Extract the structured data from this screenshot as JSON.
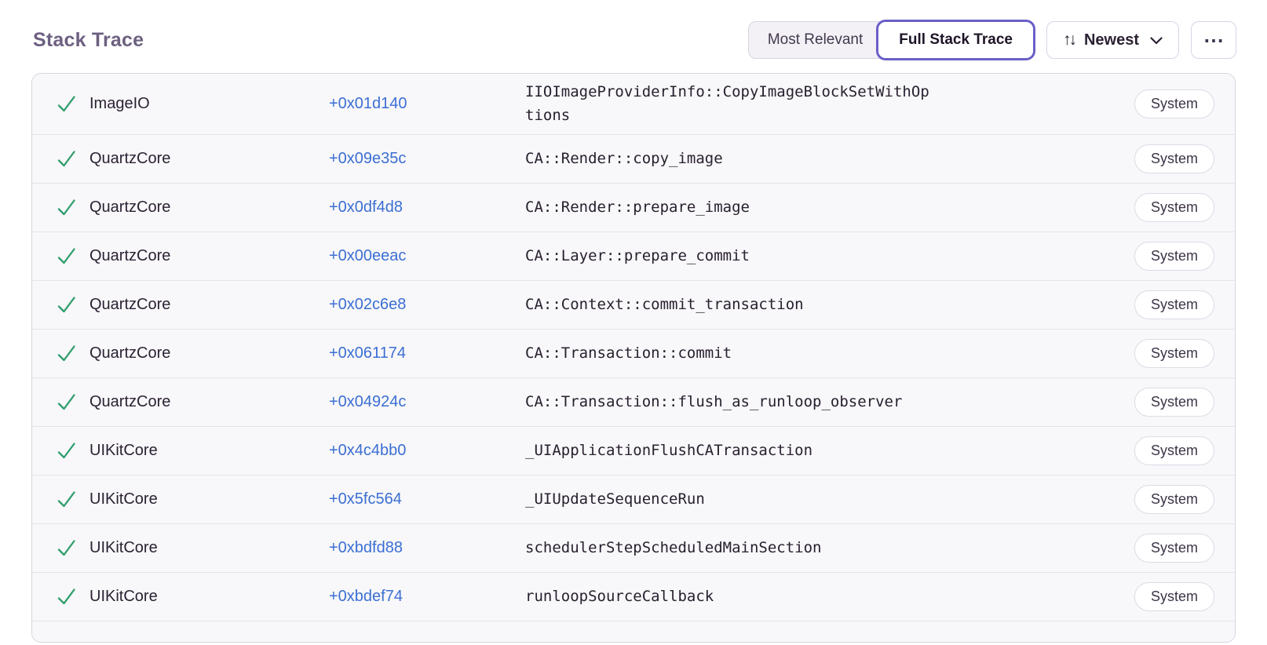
{
  "header": {
    "title": "Stack Trace",
    "view_toggle": [
      {
        "label": "Most Relevant",
        "active": false
      },
      {
        "label": "Full Stack Trace",
        "active": true
      }
    ],
    "sort": {
      "label": "Newest"
    }
  },
  "icons": {
    "sort": "↑↓",
    "more": "⋯",
    "check": "✓",
    "chevron_down": "∨"
  },
  "colors": {
    "accent_purple": "#6a5fc8",
    "link_blue": "#3b6fd3",
    "check_green": "#2f9e6e",
    "title_gray": "#6d6080",
    "text_dark": "#2b2233"
  },
  "frames": [
    {
      "module": "ImageIO",
      "address": "+0x01d140",
      "function": "IIOImageProviderInfo::CopyImageBlockSetWithOptions",
      "tag": "System"
    },
    {
      "module": "QuartzCore",
      "address": "+0x09e35c",
      "function": "CA::Render::copy_image",
      "tag": "System"
    },
    {
      "module": "QuartzCore",
      "address": "+0x0df4d8",
      "function": "CA::Render::prepare_image",
      "tag": "System"
    },
    {
      "module": "QuartzCore",
      "address": "+0x00eeac",
      "function": "CA::Layer::prepare_commit",
      "tag": "System"
    },
    {
      "module": "QuartzCore",
      "address": "+0x02c6e8",
      "function": "CA::Context::commit_transaction",
      "tag": "System"
    },
    {
      "module": "QuartzCore",
      "address": "+0x061174",
      "function": "CA::Transaction::commit",
      "tag": "System"
    },
    {
      "module": "QuartzCore",
      "address": "+0x04924c",
      "function": "CA::Transaction::flush_as_runloop_observer",
      "tag": "System"
    },
    {
      "module": "UIKitCore",
      "address": "+0x4c4bb0",
      "function": "_UIApplicationFlushCATransaction",
      "tag": "System"
    },
    {
      "module": "UIKitCore",
      "address": "+0x5fc564",
      "function": "_UIUpdateSequenceRun",
      "tag": "System"
    },
    {
      "module": "UIKitCore",
      "address": "+0xbdfd88",
      "function": "schedulerStepScheduledMainSection",
      "tag": "System"
    },
    {
      "module": "UIKitCore",
      "address": "+0xbdef74",
      "function": "runloopSourceCallback",
      "tag": "System"
    }
  ]
}
